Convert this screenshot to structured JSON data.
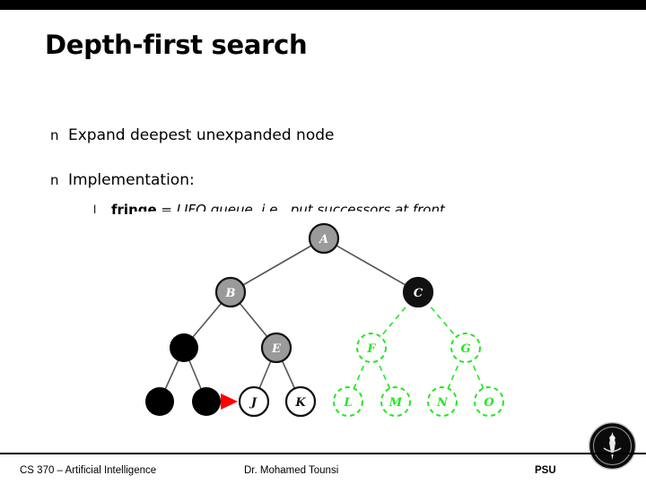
{
  "slide": {
    "title": "Depth-first search",
    "bullets": [
      {
        "level": 1,
        "marker": "n",
        "text": "Expand deepest unexpanded node"
      },
      {
        "level": 1,
        "marker": "n",
        "text": "Implementation:"
      },
      {
        "level": 2,
        "marker": "l",
        "bold_text": "fringe",
        "text_rest": " = LIFO queue, i.e., put successors at front"
      }
    ]
  },
  "footer": {
    "course": "CS 370 – Artificial Intelligence",
    "instructor": "Dr. Mohamed Tounsi",
    "institution": "PSU"
  },
  "tree": {
    "caption": "Depth-first search tree expansion diagram",
    "node_labels": {
      "a": "A",
      "b": "B",
      "c": "C",
      "e": "E",
      "f": "F",
      "g": "G",
      "j": "J",
      "k": "K",
      "l": "L",
      "m": "M",
      "n": "N",
      "o": "O"
    },
    "colors": {
      "expanded_fill": "#9a9a9a",
      "visited_fill": "#000000",
      "unexplored_stroke": "#22e822",
      "edge": "#555555",
      "pointer": "#ff0000"
    },
    "pointer_label": "current-node-pointer"
  }
}
